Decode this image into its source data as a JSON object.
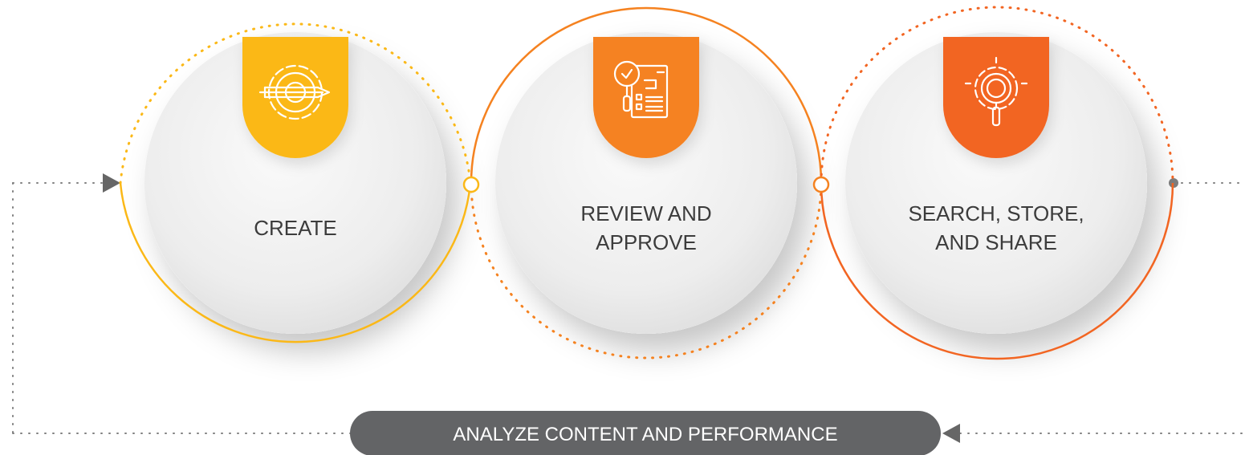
{
  "stages": [
    {
      "label_lines": [
        "CREATE"
      ],
      "color": "#fbb817",
      "icon": "gear-pencil-icon"
    },
    {
      "label_lines": [
        "REVIEW AND",
        "APPROVE"
      ],
      "color": "#f58220",
      "icon": "document-checklist-magnifier-icon"
    },
    {
      "label_lines": [
        "SEARCH, STORE,",
        "AND SHARE"
      ],
      "color": "#f26522",
      "icon": "gear-magnifier-icon"
    }
  ],
  "feedback": {
    "label": "ANALYZE CONTENT AND PERFORMANCE",
    "color": "#636466"
  },
  "line_color": "#707070"
}
